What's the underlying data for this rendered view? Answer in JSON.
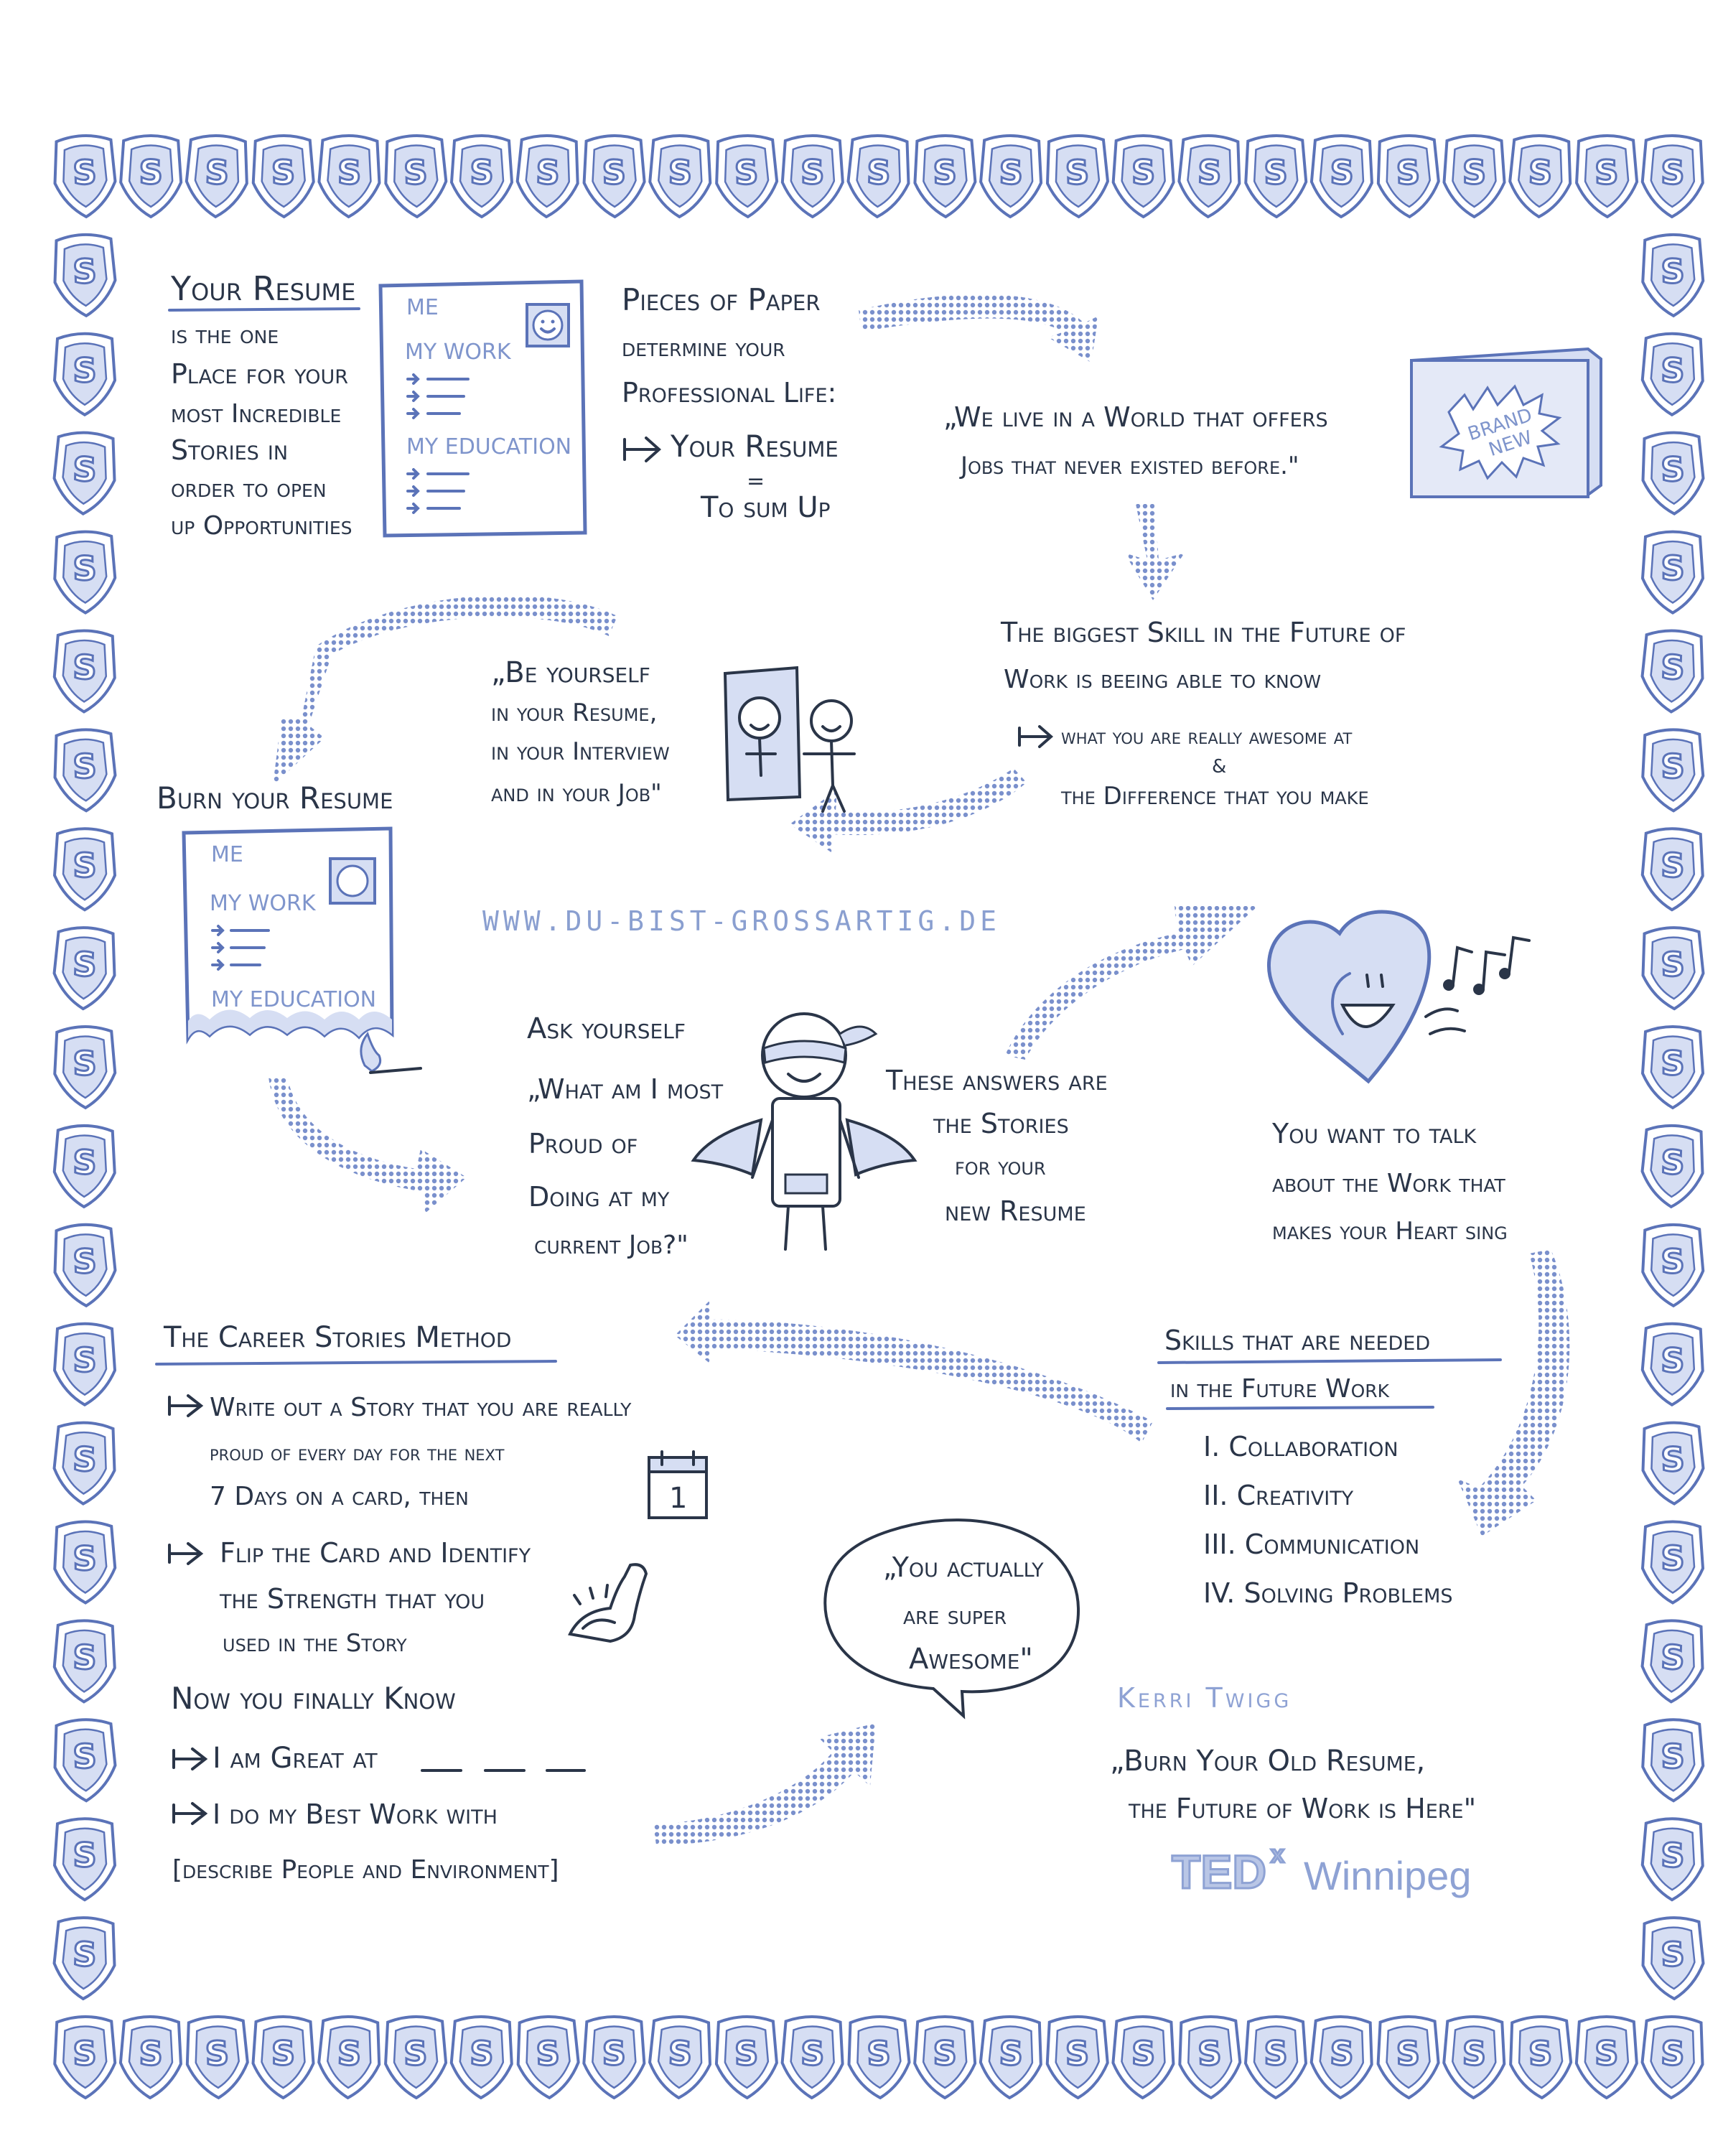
{
  "colors": {
    "ink": "#2a3548",
    "accent": "#5b73b8",
    "light": "#d6def3",
    "dots": "#7a90cc"
  },
  "frame": {
    "badge_letter": "S"
  },
  "intro": {
    "title": "Your Resume",
    "lines": [
      "is the one",
      "Place for your",
      "most Incredible",
      "Stories in",
      "order to open",
      "up Opportunities"
    ]
  },
  "card_top": {
    "me": "ME",
    "work": "MY WORK",
    "education": "MY EDUCATION"
  },
  "card_burn": {
    "me": "ME",
    "work": "MY WORK",
    "education": "MY EDUCATION"
  },
  "pieces": {
    "lines": [
      "Pieces of Paper",
      "determine your",
      "Professional Life:",
      "Your Resume",
      "=",
      "To sum Up"
    ]
  },
  "quote_world": {
    "lines": [
      "„We live in a World that offers",
      "Jobs that never existed before.\""
    ]
  },
  "box": {
    "label_1": "BRAND",
    "label_2": "NEW"
  },
  "skill": {
    "lines": [
      "The biggest Skill in the Future of",
      "Work is beeing able to know"
    ],
    "point_1": "what you are really awesome at",
    "amp": "&",
    "point_2": "the Difference that you make"
  },
  "be_yourself": {
    "lines": [
      "„Be yourself",
      "in your Resume,",
      "in your Interview",
      "and in your Job\""
    ]
  },
  "burn": {
    "title": "Burn your Resume"
  },
  "url": {
    "text": "WWW.DU-BIST-GROSSARTIG.DE"
  },
  "ask": {
    "lines": [
      "Ask yourself",
      "„What am I most",
      "Proud of",
      "Doing at my",
      "current Job?\""
    ]
  },
  "answers": {
    "lines": [
      "These answers are",
      "the Stories",
      "for your",
      "new Resume"
    ]
  },
  "heart_talk": {
    "lines": [
      "You want to talk",
      "about the Work that",
      "makes your Heart sing"
    ]
  },
  "method": {
    "title": "The Career Stories Method",
    "step_1": [
      "Write out a Story that you are really",
      "proud of every day for the next",
      "7 Days on a card, then"
    ],
    "step_2": [
      "Flip the Card and Identify",
      "the Strength that you",
      "used in the Story"
    ],
    "calendar_day": "1",
    "know": "Now you finally Know",
    "great": "I am Great at",
    "best": "I do my Best Work with",
    "describe": "[describe People and Environment]"
  },
  "skills_needed": {
    "title_1": "Skills that are needed",
    "title_2": "in the Future Work",
    "items": [
      "I. Collaboration",
      "II. Creativity",
      "III. Communication",
      "IV. Solving Problems"
    ]
  },
  "bubble": {
    "lines": [
      "„You actually",
      "are super",
      "Awesome\""
    ]
  },
  "talk": {
    "speaker": "Kerri Twigg",
    "title_1": "„Burn Your Old Resume,",
    "title_2": "the Future of Work is Here\"",
    "event_1": "TED",
    "event_2": "x",
    "event_3": "Winnipeg"
  }
}
